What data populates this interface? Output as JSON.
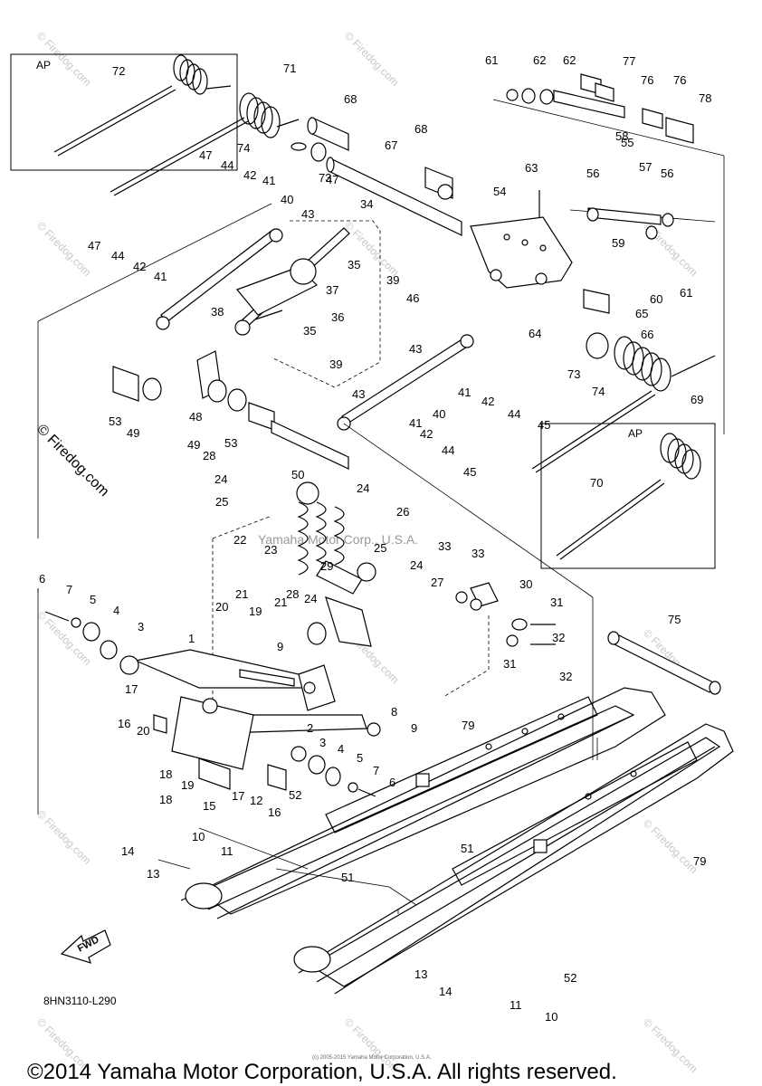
{
  "diagram_code": "8HN3110-L290",
  "fwd_label": "FWD",
  "ap_label": "AP",
  "watermark_side": "© Firedog.com",
  "watermark_repeat": "© Firedog.com",
  "watermark_mid": "Yamaha Motor Corp., U.S.A.",
  "footer_small": "(c) 2005-2015 Yamaha Motor Corporation, U.S.A.",
  "copyright": "©2014 Yamaha Motor Corporation, U.S.A. All rights reserved.",
  "callouts": [
    "72",
    "71",
    "68",
    "67",
    "68",
    "74",
    "73",
    "47",
    "44",
    "42",
    "41",
    "40",
    "43",
    "47",
    "34",
    "35",
    "39",
    "46",
    "47",
    "44",
    "42",
    "41",
    "38",
    "37",
    "36",
    "35",
    "43",
    "39",
    "53",
    "49",
    "48",
    "49",
    "53",
    "43",
    "40",
    "41",
    "42",
    "44",
    "45",
    "41",
    "42",
    "44",
    "45",
    "28",
    "24",
    "50",
    "25",
    "24",
    "26",
    "22",
    "23",
    "25",
    "24",
    "29",
    "28",
    "24",
    "27",
    "33",
    "33",
    "30",
    "31",
    "31",
    "32",
    "32",
    "6",
    "7",
    "5",
    "4",
    "3",
    "1",
    "20",
    "21",
    "19",
    "21",
    "9",
    "8",
    "9",
    "17",
    "16",
    "20",
    "18",
    "18",
    "19",
    "15",
    "17",
    "12",
    "16",
    "2",
    "3",
    "4",
    "5",
    "7",
    "6",
    "52",
    "10",
    "11",
    "14",
    "13",
    "51",
    "51",
    "61",
    "62",
    "62",
    "77",
    "76",
    "76",
    "78",
    "58",
    "55",
    "56",
    "57",
    "56",
    "63",
    "54",
    "59",
    "60",
    "61",
    "64",
    "65",
    "66",
    "73",
    "74",
    "69",
    "70",
    "75",
    "79",
    "79",
    "11",
    "52",
    "10",
    "13",
    "14"
  ]
}
